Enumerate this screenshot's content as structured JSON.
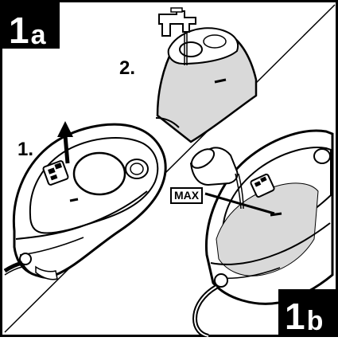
{
  "panel_a": {
    "badge_number": "1",
    "badge_letter": "a",
    "step1_label": "1.",
    "step2_label": "2."
  },
  "panel_b": {
    "badge_number": "1",
    "badge_letter": "b",
    "max_label": "MAX"
  },
  "colors": {
    "outline": "#000000",
    "fill": "#ffffff",
    "water_tint": "#d9d9d9",
    "detail_gray": "#bdbdbd"
  }
}
